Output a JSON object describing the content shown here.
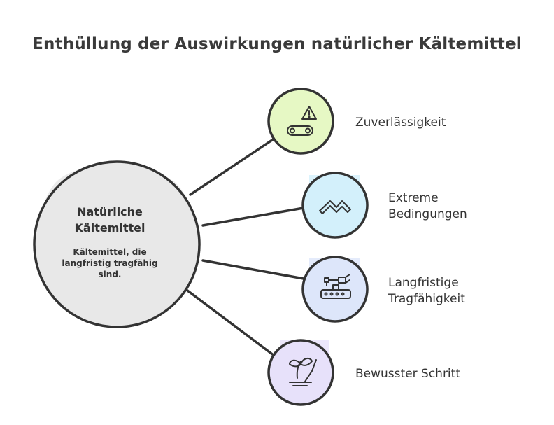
{
  "title": "Enthüllung der Auswirkungen natürlicher Kältemittel",
  "center": {
    "title": "Natürliche Kältemittel",
    "description": "Kältemittel, die langfristig tragfähig sind.",
    "color": "#e8e8e8"
  },
  "branches": [
    {
      "label": "Zuverlässigkeit",
      "icon": "warning-conveyor-icon",
      "color": "#e6f8c4"
    },
    {
      "label": "Extreme Bedingungen",
      "icon": "mountain-peaks-icon",
      "color": "#d3f0fb"
    },
    {
      "label": "Langfristige Tragfähigkeit",
      "icon": "robot-arm-conveyor-icon",
      "color": "#dde6fa"
    },
    {
      "label": "Bewusster Schritt",
      "icon": "plant-sprout-icon",
      "color": "#e7e1fa"
    }
  ]
}
